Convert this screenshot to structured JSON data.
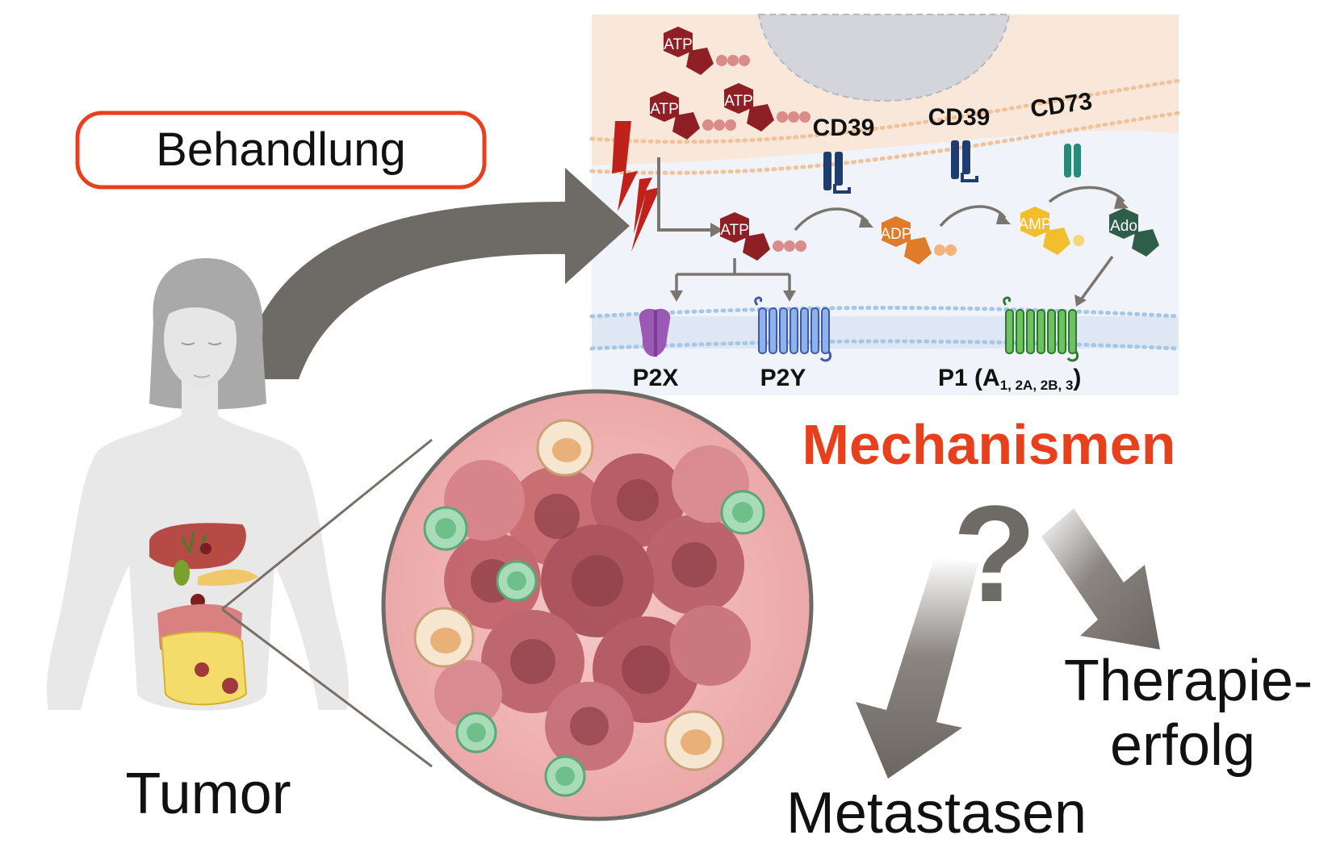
{
  "treatment_label": "Behandlung",
  "tumor_label": "Tumor",
  "mechanisms_label": "Mechanismen",
  "question_mark": "?",
  "outcome_metastasis": "Metastasen",
  "outcome_therapy_line1": "Therapie-",
  "outcome_therapy_line2": "erfolg",
  "pathway": {
    "atp": "ATP",
    "adp": "ADP",
    "amp": "AMP",
    "ado": "Ado",
    "cd39_a": "CD39",
    "cd39_b": "CD39",
    "cd73": "CD73",
    "p2x": "P2X",
    "p2y": "P2Y",
    "p1_main": "P1 (A",
    "p1_sub": "1, 2A, 2B, 3",
    "p1_close": ")"
  },
  "colors": {
    "accent_red": "#e8401c",
    "arrow_gray": "#6e6a66",
    "atp": "#8e1f24",
    "adp": "#e07b2a",
    "amp": "#f2be2e",
    "ado": "#2e5e4a",
    "cd39": "#1f3d6e",
    "cd73": "#2a8a7a",
    "p2x": "#9b59b6",
    "p2y": "#5b82d6",
    "p1": "#3fa535"
  }
}
